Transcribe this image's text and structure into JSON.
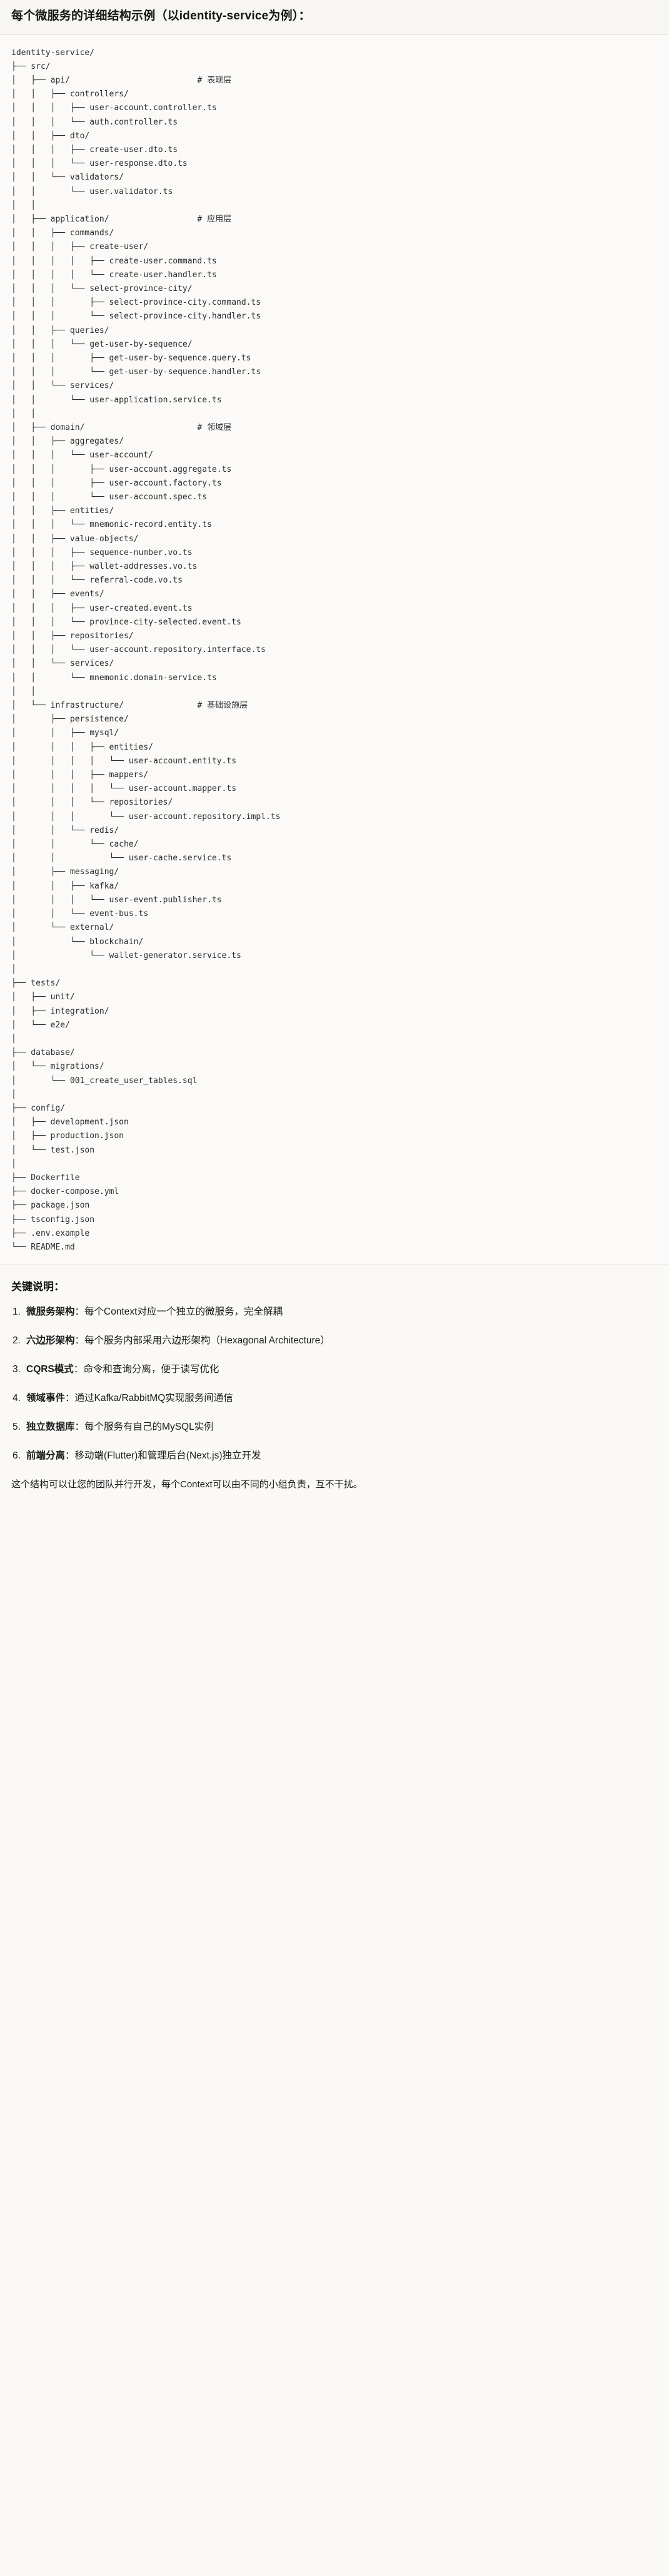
{
  "header": {
    "title": "每个微服务的详细结构示例（以identity-service为例）："
  },
  "tree": {
    "root": "identity-service/",
    "text": "identity-service/\n├── src/\n│   ├── api/                          # 表现层\n│   │   ├── controllers/\n│   │   │   ├── user-account.controller.ts\n│   │   │   └── auth.controller.ts\n│   │   ├── dto/\n│   │   │   ├── create-user.dto.ts\n│   │   │   └── user-response.dto.ts\n│   │   └── validators/\n│   │       └── user.validator.ts\n│   │\n│   ├── application/                  # 应用层\n│   │   ├── commands/\n│   │   │   ├── create-user/\n│   │   │   │   ├── create-user.command.ts\n│   │   │   │   └── create-user.handler.ts\n│   │   │   └── select-province-city/\n│   │   │       ├── select-province-city.command.ts\n│   │   │       └── select-province-city.handler.ts\n│   │   ├── queries/\n│   │   │   └── get-user-by-sequence/\n│   │   │       ├── get-user-by-sequence.query.ts\n│   │   │       └── get-user-by-sequence.handler.ts\n│   │   └── services/\n│   │       └── user-application.service.ts\n│   │\n│   ├── domain/                       # 领域层\n│   │   ├── aggregates/\n│   │   │   └── user-account/\n│   │   │       ├── user-account.aggregate.ts\n│   │   │       ├── user-account.factory.ts\n│   │   │       └── user-account.spec.ts\n│   │   ├── entities/\n│   │   │   └── mnemonic-record.entity.ts\n│   │   ├── value-objects/\n│   │   │   ├── sequence-number.vo.ts\n│   │   │   ├── wallet-addresses.vo.ts\n│   │   │   └── referral-code.vo.ts\n│   │   ├── events/\n│   │   │   ├── user-created.event.ts\n│   │   │   └── province-city-selected.event.ts\n│   │   ├── repositories/\n│   │   │   └── user-account.repository.interface.ts\n│   │   └── services/\n│   │       └── mnemonic.domain-service.ts\n│   │\n│   └── infrastructure/               # 基础设施层\n│       ├── persistence/\n│       │   ├── mysql/\n│       │   │   ├── entities/\n│       │   │   │   └── user-account.entity.ts\n│       │   │   ├── mappers/\n│       │   │   │   └── user-account.mapper.ts\n│       │   │   └── repositories/\n│       │   │       └── user-account.repository.impl.ts\n│       │   └── redis/\n│       │       └── cache/\n│       │           └── user-cache.service.ts\n│       ├── messaging/\n│       │   ├── kafka/\n│       │   │   └── user-event.publisher.ts\n│       │   └── event-bus.ts\n│       └── external/\n│           └── blockchain/\n│               └── wallet-generator.service.ts\n│\n├── tests/\n│   ├── unit/\n│   ├── integration/\n│   └── e2e/\n│\n├── database/\n│   └── migrations/\n│       └── 001_create_user_tables.sql\n│\n├── config/\n│   ├── development.json\n│   ├── production.json\n│   └── test.json\n│\n├── Dockerfile\n├── docker-compose.yml\n├── package.json\n├── tsconfig.json\n├── .env.example\n└── README.md",
    "layer_comments": [
      "# 表现层",
      "# 应用层",
      "# 领域层",
      "# 基础设施层"
    ]
  },
  "notes": {
    "heading": "关键说明：",
    "items": [
      {
        "num": "1.",
        "term": "微服务架构",
        "sep": "：",
        "desc": "每个Context对应一个独立的微服务，完全解耦"
      },
      {
        "num": "2.",
        "term": "六边形架构",
        "sep": "：",
        "desc": "每个服务内部采用六边形架构（Hexagonal Architecture）"
      },
      {
        "num": "3.",
        "term": "CQRS模式",
        "sep": "：",
        "desc": "命令和查询分离，便于读写优化"
      },
      {
        "num": "4.",
        "term": "领域事件",
        "sep": "：",
        "desc": "通过Kafka/RabbitMQ实现服务间通信"
      },
      {
        "num": "5.",
        "term": "独立数据库",
        "sep": "：",
        "desc": "每个服务有自己的MySQL实例"
      },
      {
        "num": "6.",
        "term": "前端分离",
        "sep": "：",
        "desc": "移动端(Flutter)和管理后台(Next.js)独立开发"
      }
    ],
    "closing": "这个结构可以让您的团队并行开发，每个Context可以由不同的小组负责，互不干扰。"
  },
  "colors": {
    "page_background": "#faf9f6",
    "code_background": "#fbfaf8",
    "text": "#1c1c1c",
    "code_text": "#2b2b2b",
    "divider": "#e4e2dc"
  }
}
